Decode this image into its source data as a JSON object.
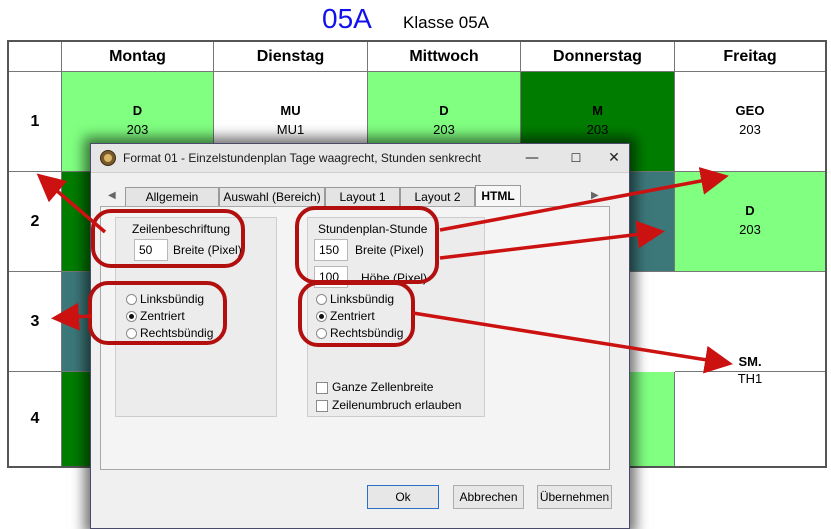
{
  "header": {
    "class_code": "05A",
    "class_name": "Klasse 05A"
  },
  "timetable": {
    "days": [
      "Montag",
      "Dienstag",
      "Mittwoch",
      "Donnerstag",
      "Freitag"
    ],
    "periods": [
      "1",
      "2",
      "3",
      "4"
    ],
    "lessons": [
      {
        "subject": "D",
        "room": "203"
      },
      {
        "subject": "MU",
        "room": "MU1"
      },
      {
        "subject": "D",
        "room": "203"
      },
      {
        "subject": "M",
        "room": "203"
      },
      {
        "subject": "GEO",
        "room": "203"
      },
      {
        "subject": "D",
        "room": "203"
      },
      {
        "subject": "SM.",
        "room": "TH1"
      }
    ],
    "colors": {
      "light_green": "#80ff80",
      "dark_green": "#007d00",
      "teal": "#3c787a"
    }
  },
  "dialog": {
    "title": "Format 01 - Einzelstundenplan Tage waagrecht, Stunden senkrecht",
    "tabs": [
      "Allgemein",
      "Auswahl (Bereich)",
      "Layout 1",
      "Layout 2",
      "HTML"
    ],
    "active_tab": "HTML",
    "row_label": {
      "heading": "Zeilenbeschriftung",
      "width_value": "50",
      "width_label": "Breite (Pixel)",
      "alignment": [
        "Linksbündig",
        "Zentriert",
        "Rechtsbündig"
      ],
      "selected": "Zentriert"
    },
    "lesson_cell": {
      "heading": "Stundenplan-Stunde",
      "width_value": "150",
      "width_label": "Breite (Pixel)",
      "height_value": "100",
      "height_label": "Höhe (Pixel)",
      "alignment": [
        "Linksbündig",
        "Zentriert",
        "Rechtsbündig"
      ],
      "selected": "Zentriert",
      "checkboxes": [
        {
          "label": "Ganze Zellenbreite",
          "checked": false
        },
        {
          "label": "Zeilenumbruch erlauben",
          "checked": false
        }
      ]
    },
    "buttons": {
      "ok": "Ok",
      "cancel": "Abbrechen",
      "apply": "Übernehmen"
    },
    "window_controls": {
      "minimize": "—",
      "maximize": "☐",
      "close": "✕"
    }
  },
  "annotation_color": "#cc1111"
}
